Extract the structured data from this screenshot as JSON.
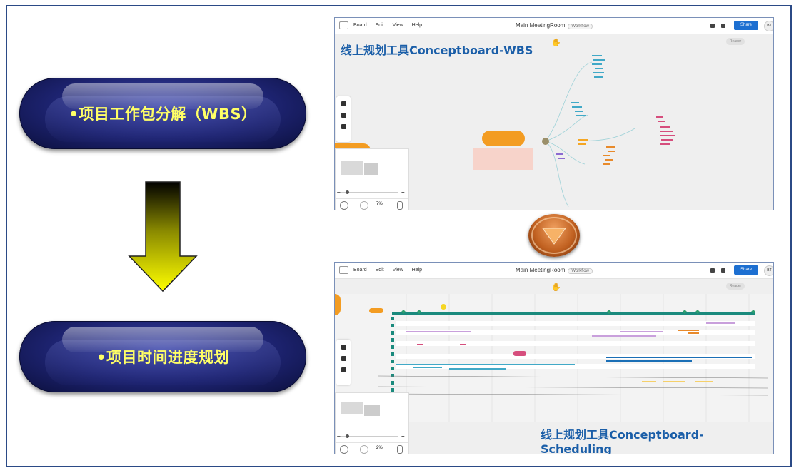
{
  "left": {
    "top_pill": "•项目工作包分解（WBS）",
    "bottom_pill": "•项目时间进度规划"
  },
  "colors": {
    "pill_text": "#ffff66",
    "overlay_text": "#1a5ea8",
    "share_button": "#1d6fd1",
    "frame_border": "#2b4a86"
  },
  "screens": [
    {
      "menu": [
        "Board",
        "Edit",
        "View",
        "Help"
      ],
      "room": "Main MeetingRoom",
      "workflow": "Workflow",
      "share": "Share",
      "avatar": "BT",
      "reader": "Reader",
      "overlay": "线上规划工具Conceptboard-WBS",
      "zoom": "7%"
    },
    {
      "menu": [
        "Board",
        "Edit",
        "View",
        "Help"
      ],
      "room": "Main MeetingRoom",
      "workflow": "Workflow",
      "share": "Share",
      "avatar": "BT",
      "reader": "Reader",
      "overlay": "线上规划工具Conceptboard-Scheduling",
      "zoom": "2%"
    }
  ]
}
